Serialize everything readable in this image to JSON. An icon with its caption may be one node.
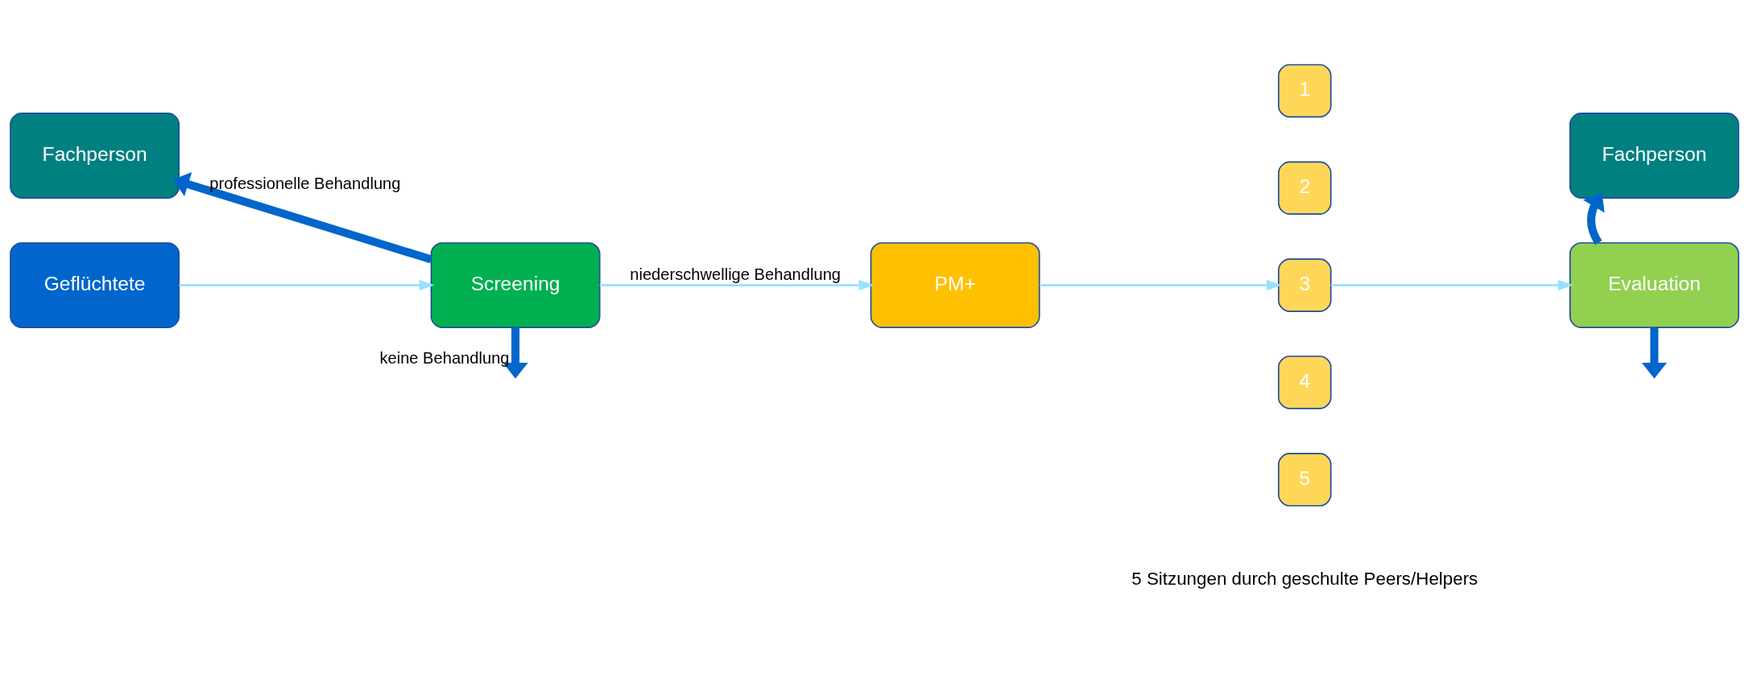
{
  "diagram": {
    "nodes": [
      {
        "text": [
          "Fachperson"
        ]
      },
      {
        "text": [
          "Geflüchtete"
        ]
      },
      {
        "text": [
          "Screening"
        ]
      },
      {
        "text": [
          "PM+"
        ]
      },
      {
        "text": [
          "1"
        ]
      },
      {
        "text": [
          "2"
        ]
      },
      {
        "text": [
          "3"
        ]
      },
      {
        "text": [
          "4"
        ]
      },
      {
        "text": [
          "5"
        ]
      },
      {
        "text": [
          "Evaluation"
        ]
      },
      {
        "text": [
          "Fachperson"
        ]
      }
    ],
    "edges": [
      {
        "from": 1,
        "to": 2,
        "arrow": "to"
      },
      {
        "from": 2,
        "to": 0,
        "arrow": "to",
        "label": "professionelle Behandlung",
        "style": "thick",
        "color": "#0066cc"
      },
      {
        "from": 2,
        "to": null,
        "arrow": "to",
        "label": "keine Behandlung",
        "style": "thick",
        "color": "#0066cc"
      },
      {
        "from": 2,
        "to": 3,
        "arrow": "to",
        "label": "niederschwellige Behandlung"
      },
      {
        "from": 3,
        "to": 6,
        "arrow": "to"
      },
      {
        "from": 6,
        "to": 9,
        "arrow": "to"
      },
      {
        "from": 9,
        "to": 10,
        "arrow": "to",
        "style": "thick",
        "color": "#0066cc"
      },
      {
        "from": 9,
        "to": null,
        "arrow": "to",
        "style": "thick",
        "color": "#0066cc"
      }
    ],
    "labels": [
      "5 Sitzungen durch geschulte Peers/Helpers"
    ]
  }
}
